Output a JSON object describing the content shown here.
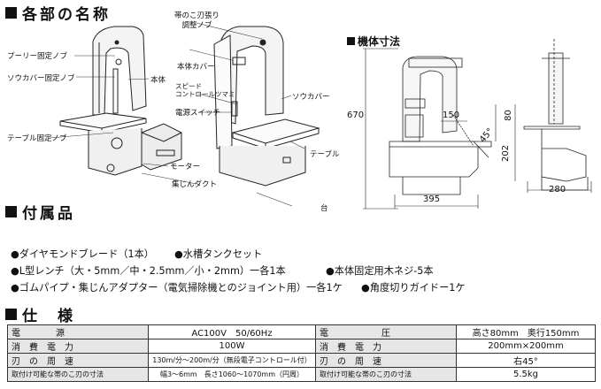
{
  "sections": {
    "names": "各部の名称",
    "accessories": "付属品",
    "specs": "仕　様"
  },
  "dimension_title": "機体寸法",
  "part_labels": {
    "blade_tension": "帯のこ刃張り\n調整ノブ",
    "pulley_knob": "プーリー固定ノブ",
    "saw_cover_knob": "ソウカバー固定ノブ",
    "body": "本体",
    "body_cover": "本体カバー",
    "speed_dial": "スピード\nコントロールツマミ",
    "power_switch": "電源スイッチ",
    "saw_cover": "ソウカバー",
    "table_knob": "テーブル固定ノブ",
    "table": "テーブル",
    "motor": "モーター",
    "dust_duct": "集じんダクト",
    "base": "台"
  },
  "dimensions": {
    "height": "670",
    "width": "395",
    "depth": "280",
    "d150": "150",
    "d80": "80",
    "d202": "202",
    "angle": "45°"
  },
  "accessories": [
    "●ダイヤモンドブレード（1本）",
    "●水槽タンクセット",
    "●L型レンチ（大・5mm／中・2.5mm／小・2mm）一各1本",
    "●本体固定用木ネジ-5本",
    "●ゴムパイプ・集じんアダプター（電気掃除機とのジョイント用）一各1ケ",
    "●角度切りガイドー1ケ"
  ],
  "specs": [
    [
      "電　　　　源",
      "AC100V　50/60Hz",
      "電　　　　　　圧",
      "高さ80mm　奥行150mm"
    ],
    [
      "消　費　電　力",
      "100W",
      "消　費　電　力",
      "200mm×200mm"
    ],
    [
      "刃　の　周　速",
      "130m/分〜200m/分（無段電子コントロール付）",
      "刃　の　周　速",
      "右45°"
    ],
    [
      "取付け可能な帯のこ刃の寸法",
      "幅3〜6mm　長さ1060〜1070mm（円周）",
      "取付け可能な帯のこ刃の寸法",
      "5.5kg"
    ]
  ]
}
